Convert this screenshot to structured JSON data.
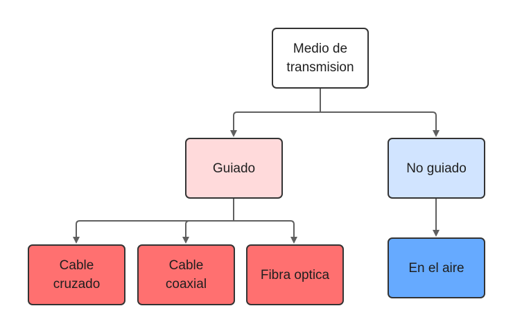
{
  "diagram": {
    "nodes": [
      {
        "id": "root",
        "label": "Medio de\ntransmision",
        "fill": "#ffffff"
      },
      {
        "id": "guiado",
        "label": "Guiado",
        "fill": "#ffdadb"
      },
      {
        "id": "no-guiado",
        "label": "No guiado",
        "fill": "#d1e4ff"
      },
      {
        "id": "cable-cruzado",
        "label": "Cable\ncruzado",
        "fill": "#ff7070"
      },
      {
        "id": "cable-coaxial",
        "label": "Cable\ncoaxial",
        "fill": "#ff7070"
      },
      {
        "id": "fibra-optica",
        "label": "Fibra optica",
        "fill": "#ff7070"
      },
      {
        "id": "en-el-aire",
        "label": "En el aire",
        "fill": "#66aaff"
      }
    ],
    "edges": [
      {
        "from": "root",
        "to": "guiado"
      },
      {
        "from": "root",
        "to": "no-guiado"
      },
      {
        "from": "guiado",
        "to": "cable-cruzado"
      },
      {
        "from": "guiado",
        "to": "cable-coaxial"
      },
      {
        "from": "guiado",
        "to": "fibra-optica"
      },
      {
        "from": "no-guiado",
        "to": "en-el-aire"
      }
    ],
    "colors": {
      "border": "#333333",
      "connector": "#5f5f5f",
      "text": "#1e1e1e"
    }
  }
}
